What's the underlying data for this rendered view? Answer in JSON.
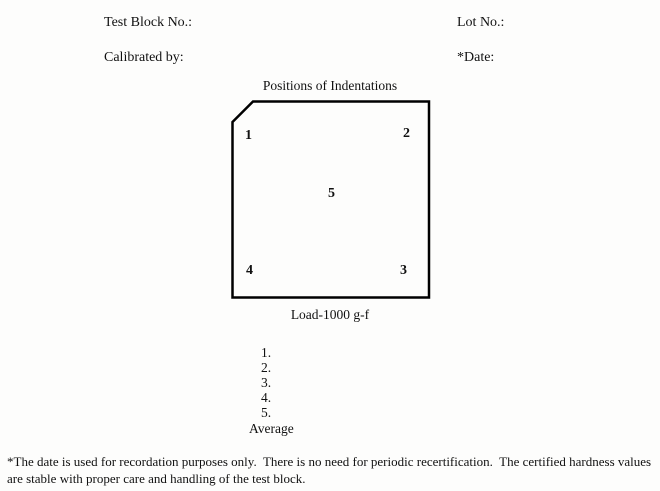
{
  "header": {
    "test_block_no_label": "Test Block No.:",
    "lot_no_label": "Lot No.:",
    "calibrated_by_label": "Calibrated by:",
    "date_label": "*Date:"
  },
  "diagram": {
    "title": "Positions of Indentations",
    "positions": [
      {
        "label": "1"
      },
      {
        "label": "2"
      },
      {
        "label": "3"
      },
      {
        "label": "4"
      },
      {
        "label": "5"
      }
    ],
    "load_label": "Load-1000 g-f",
    "outline_color": "#000000"
  },
  "readings": {
    "items": [
      "1.",
      "2.",
      "3.",
      "4.",
      "5."
    ],
    "average_label": "Average"
  },
  "footnote": "*The date is used for recordation purposes only.  There is no need for periodic recertification.  The certified hardness values are stable with proper care and handling of the test block."
}
